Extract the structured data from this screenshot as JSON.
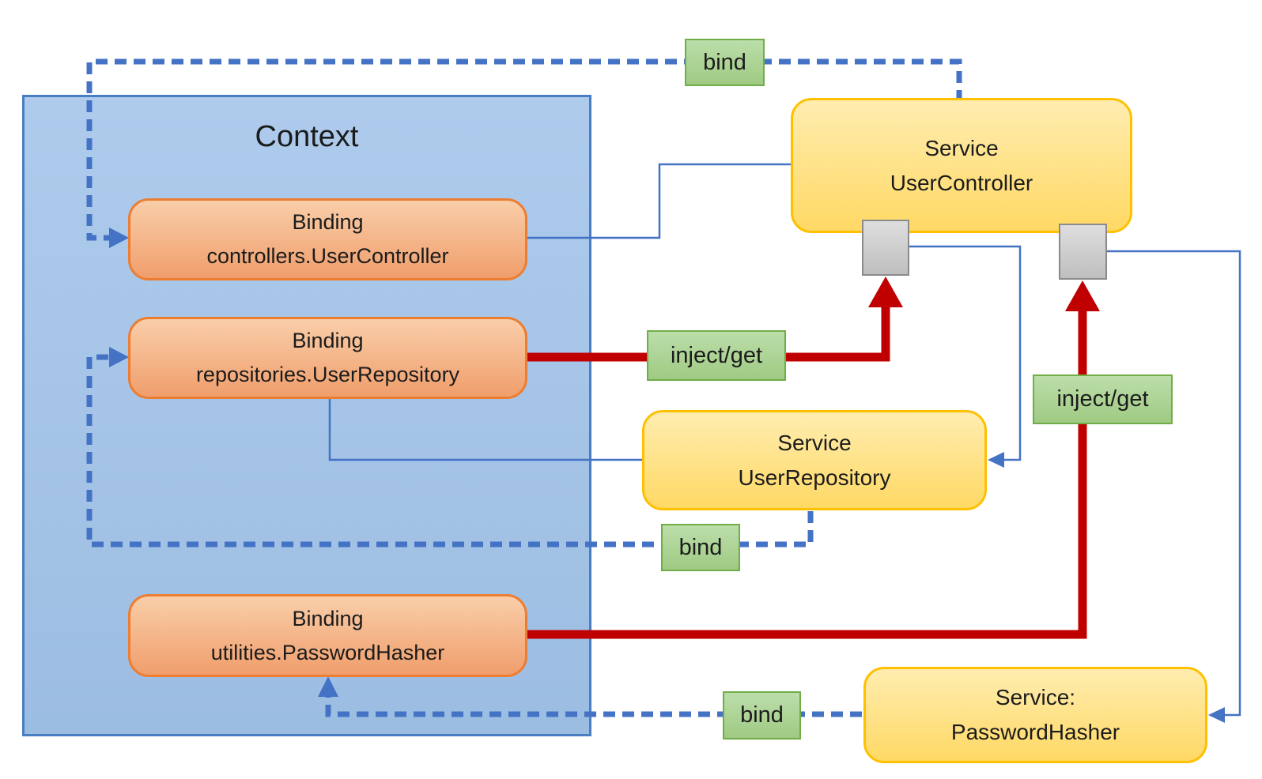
{
  "context": {
    "title": "Context"
  },
  "bindings": [
    {
      "title": "Binding",
      "key": "controllers.UserController"
    },
    {
      "title": "Binding",
      "key": "repositories.UserRepository"
    },
    {
      "title": "Binding",
      "key": "utilities.PasswordHasher"
    }
  ],
  "services": [
    {
      "title": "Service",
      "name": "UserController"
    },
    {
      "title": "Service",
      "name": "UserRepository"
    },
    {
      "title": "Service:",
      "name": "PasswordHasher"
    }
  ],
  "labels": {
    "bind_top": "bind",
    "bind_middle": "bind",
    "bind_bottom": "bind",
    "inject_get_upper": "inject/get",
    "inject_get_lower": "inject/get"
  },
  "colors": {
    "context_fill": "#A6C3E6",
    "context_border": "#4A7EC2",
    "binding_fill": "#F4B183",
    "binding_border": "#ED7D31",
    "service_fill": "#FFD966",
    "service_border": "#FFC000",
    "label_fill": "#A9D18E",
    "label_border": "#70AD47",
    "connector_blue": "#4472C4",
    "connector_red": "#C00000",
    "slot_gray": "#CFCFCF",
    "text": "#1B1B1B"
  }
}
